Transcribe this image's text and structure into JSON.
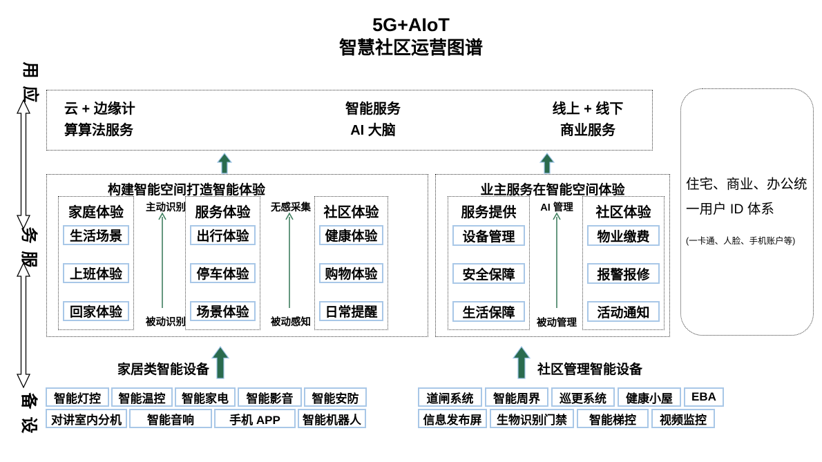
{
  "page_title": {
    "line1": "5G+AIoT",
    "line2": "智慧社区运营图谱"
  },
  "rail": {
    "top": "应用",
    "middle": "服务",
    "bottom": "设备"
  },
  "top_row": {
    "cloud": {
      "line1": "云 + 边缘计",
      "line2": "算算法服务"
    },
    "ai": {
      "line1": "智能服务",
      "line2": "AI 大脑"
    },
    "commerce": {
      "line1": "线上 + 线下",
      "line2": "商业服务"
    }
  },
  "right_panel": {
    "title_line1": "住宅、商业、办公统",
    "title_line2": "一用户 ID 体系",
    "subtitle": "(一卡通、人脸、手机账户等)"
  },
  "left_box": {
    "title": "构建智能空间打造智能体验",
    "columns": [
      {
        "header": "家庭体验",
        "items": [
          "生活场景",
          "上班体验",
          "回家体验"
        ]
      },
      {
        "header": "服务体验",
        "items": [
          "出行体验",
          "停车体验",
          "场景体验"
        ]
      },
      {
        "header": "社区体验",
        "items": [
          "健康体验",
          "购物体验",
          "日常提醒"
        ]
      }
    ],
    "connectors": [
      {
        "top": "主动识别",
        "bottom": "被动识别"
      },
      {
        "top": "无感采集",
        "bottom": "被动感知"
      }
    ]
  },
  "right_box": {
    "title": "业主服务在智能空间体验",
    "columns": [
      {
        "header": "服务提供",
        "items": [
          "设备管理",
          "安全保障",
          "生活保障"
        ]
      },
      {
        "header": "社区体验",
        "items": [
          "物业缴费",
          "报警报修",
          "活动通知"
        ]
      }
    ],
    "connector": {
      "top": "AI 管理",
      "bottom": "被动管理"
    }
  },
  "bottom_left": {
    "label": "家居类智能设备",
    "row1": [
      "智能灯控",
      "智能温控",
      "智能家电",
      "智能影音",
      "智能安防"
    ],
    "row2": [
      "对讲室内分机",
      "智能音响",
      "手机 APP",
      "智能机器人"
    ]
  },
  "bottom_right": {
    "label": "社区管理智能设备",
    "row1": [
      "道闸系统",
      "智能周界",
      "巡更系统",
      "健康小屋",
      "EBA"
    ],
    "row2": [
      "信息发布屏",
      "生物识别门禁",
      "智能梯控",
      "视频监控"
    ]
  },
  "colors": {
    "box_border_blue": "#A8C7E7",
    "arrow_green_dark": "#2A6B4E",
    "arrow_green_line": "#3F7F5F"
  }
}
